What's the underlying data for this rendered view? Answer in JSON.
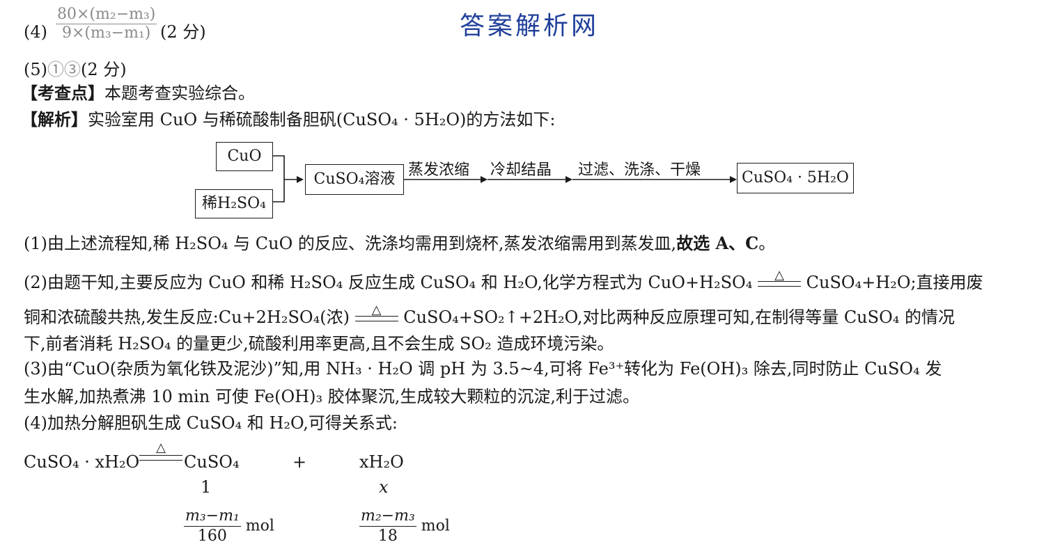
{
  "watermark": "答案解析网",
  "answers": {
    "q4": {
      "label": "(4)",
      "num": "80×(m₂−m₃)",
      "den": "9×(m₃−m₁)",
      "score": "(2 分)"
    },
    "q5": {
      "label": "(5)",
      "value": "①③",
      "score": "(2 分)"
    }
  },
  "kaochadian": {
    "tag": "【考查点】",
    "text": "本题考查实验综合。"
  },
  "jiexi": {
    "tag": "【解析】",
    "text": "实验室用 CuO 与稀硫酸制备胆矾(CuSO₄ · 5H₂O)的方法如下:"
  },
  "flow": {
    "cuo": "CuO",
    "acid": "稀H₂SO₄",
    "solution": "CuSO₄溶液",
    "step1": "蒸发浓缩",
    "step2": "冷却结晶",
    "step3": "过滤、洗涤、干燥",
    "product": "CuSO₄ · 5H₂O"
  },
  "analysis": {
    "p1_a": "(1)由上述流程知,稀 H₂SO₄ 与 CuO 的反应、洗涤均需用到烧杯,蒸发浓缩需用到蒸发皿,",
    "p1_b": "故选 A、C",
    "p1_c": "。",
    "p2_a": "(2)由题干知,主要反应为 CuO 和稀 H₂SO₄ 反应生成 CuSO₄ 和 H₂O,化学方程式为 CuO+H₂SO₄",
    "p2_b": "CuSO₄+H₂O;直接用废",
    "p2_c": "铜和浓硫酸共热,发生反应:Cu+2H₂SO₄(浓)",
    "p2_d": "CuSO₄+SO₂↑+2H₂O,对比两种反应原理可知,在制得等量 CuSO₄ 的情况",
    "p2_e": "下,前者消耗 H₂SO₄ 的量更少,硫酸利用率更高,且不会生成 SO₂ 造成环境污染。",
    "p3_a": "(3)由“CuO(杂质为氧化铁及泥沙)”知,用 NH₃ · H₂O 调 pH 为 3.5~4,可将 Fe³⁺转化为 Fe(OH)₃ 除去,同时防止 CuSO₄ 发",
    "p3_b": "生水解,加热煮沸 10 min 可使 Fe(OH)₃ 胶体聚沉,生成较大颗粒的沉淀,利于过滤。",
    "p4": "(4)加热分解胆矾生成 CuSO₄ 和 H₂O,可得关系式:"
  },
  "delta": "△",
  "equation": {
    "lhs": "CuSO₄ · xH₂O",
    "p1": "CuSO₄",
    "plus": "+",
    "p2": "xH₂O",
    "coef1": "1",
    "coef2": "x",
    "frac1_num": "m₃−m₁",
    "frac1_den": "160",
    "frac2_num": "m₂−m₃",
    "frac2_den": "18",
    "unit": "mol"
  }
}
